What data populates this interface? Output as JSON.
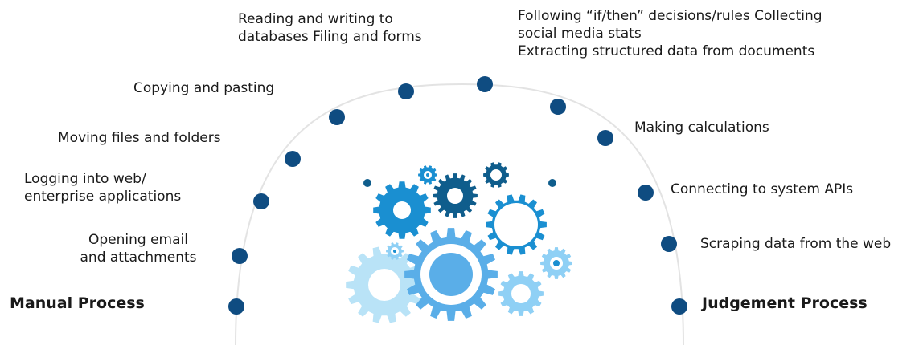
{
  "diagram": {
    "left_heading": "Manual Process",
    "right_heading": "Judgement Process",
    "tasks": [
      {
        "id": "opening-email",
        "text": "Opening email\nand attachments"
      },
      {
        "id": "logging-in",
        "text": "Logging into web/\nenterprise applications"
      },
      {
        "id": "moving-files",
        "text": "Moving files and folders"
      },
      {
        "id": "copy-paste",
        "text": "Copying and pasting"
      },
      {
        "id": "databases",
        "text": "Reading and writing to\ndatabases Filing and forms"
      },
      {
        "id": "if-then",
        "text": "Following “if/then” decisions/rules Collecting\nsocial media stats\nExtracting structured data from documents"
      },
      {
        "id": "calculations",
        "text": "Making calculations"
      },
      {
        "id": "apis",
        "text": "Connecting to system APIs"
      },
      {
        "id": "scraping",
        "text": "Scraping data from the web"
      }
    ],
    "colors": {
      "node": "#0f4c81",
      "arc": "#e3e3e3",
      "gear_dark": "#0f5d8c",
      "gear_medium": "#1a8fd1",
      "gear_blue": "#5aaee8",
      "gear_light": "#8fd0f5",
      "gear_pale": "#b9e3f7"
    }
  }
}
